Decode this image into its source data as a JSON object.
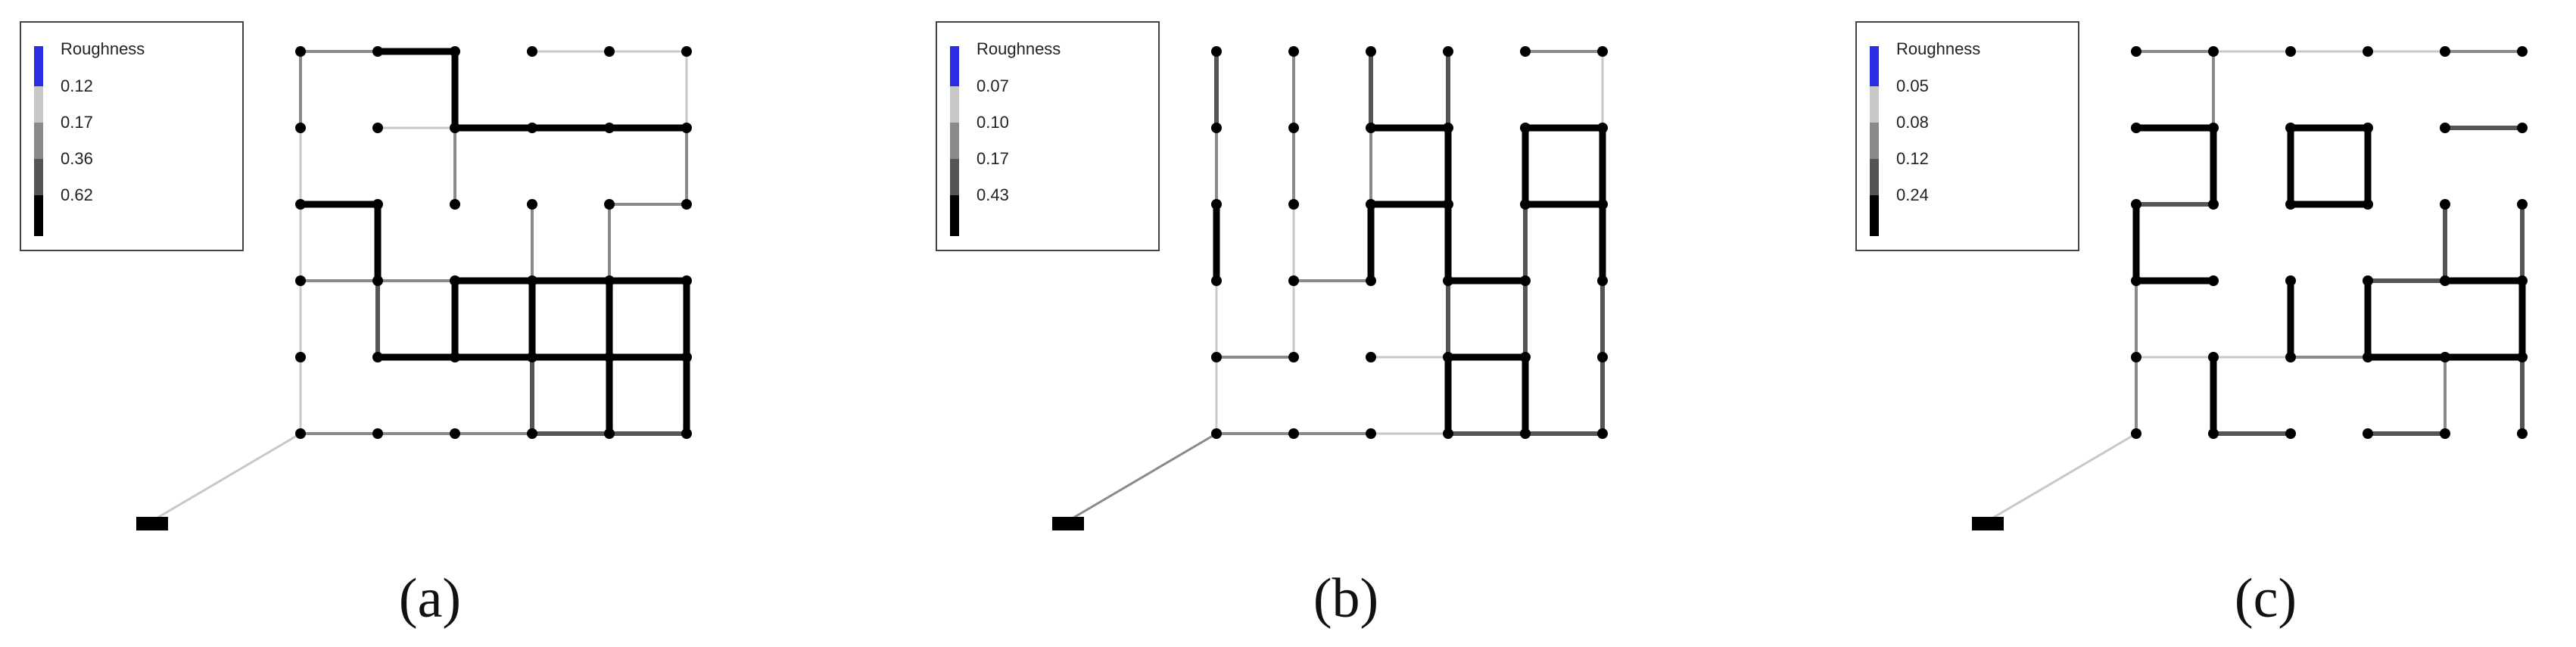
{
  "style": {
    "blue": "#2a2ee6",
    "light": "#c8c8c8",
    "mid": "#8a8a8a",
    "dark": "#555555",
    "black": "#000000"
  },
  "panels": [
    {
      "id": "a",
      "caption": "(a)",
      "legend": {
        "title": "Roughness",
        "values": [
          "0.12",
          "0.17",
          "0.36",
          "0.62"
        ]
      },
      "edges": [
        [
          0,
          0,
          1,
          0,
          2
        ],
        [
          1,
          0,
          2,
          0,
          4
        ],
        [
          2,
          0,
          2,
          1,
          4
        ],
        [
          3,
          0,
          4,
          0,
          1
        ],
        [
          4,
          0,
          5,
          0,
          1
        ],
        [
          5,
          0,
          5,
          1,
          1
        ],
        [
          0,
          0,
          0,
          1,
          2
        ],
        [
          1,
          1,
          2,
          1,
          1
        ],
        [
          2,
          1,
          3,
          1,
          4
        ],
        [
          3,
          1,
          4,
          1,
          4
        ],
        [
          4,
          1,
          5,
          1,
          4
        ],
        [
          5,
          1,
          5,
          2,
          2
        ],
        [
          0,
          1,
          0,
          2,
          1
        ],
        [
          0,
          2,
          1,
          2,
          4
        ],
        [
          1,
          2,
          1,
          3,
          4
        ],
        [
          4,
          2,
          5,
          2,
          2
        ],
        [
          2,
          1,
          2,
          2,
          2
        ],
        [
          3,
          2,
          3,
          3,
          2
        ],
        [
          4,
          2,
          4,
          3,
          2
        ],
        [
          0,
          2,
          0,
          3,
          1
        ],
        [
          0,
          3,
          1,
          3,
          2
        ],
        [
          1,
          3,
          2,
          3,
          2
        ],
        [
          2,
          3,
          3,
          3,
          4
        ],
        [
          3,
          3,
          4,
          3,
          4
        ],
        [
          4,
          3,
          5,
          3,
          4
        ],
        [
          1,
          3,
          1,
          4,
          3
        ],
        [
          2,
          3,
          2,
          4,
          4
        ],
        [
          3,
          3,
          3,
          4,
          4
        ],
        [
          4,
          3,
          4,
          4,
          4
        ],
        [
          5,
          3,
          5,
          4,
          4
        ],
        [
          0,
          3,
          0,
          4,
          1
        ],
        [
          1,
          4,
          2,
          4,
          4
        ],
        [
          2,
          4,
          3,
          4,
          4
        ],
        [
          3,
          4,
          4,
          4,
          4
        ],
        [
          4,
          4,
          5,
          4,
          4
        ],
        [
          0,
          4,
          0,
          5,
          1
        ],
        [
          3,
          4,
          3,
          5,
          3
        ],
        [
          4,
          4,
          4,
          5,
          4
        ],
        [
          5,
          4,
          5,
          5,
          4
        ],
        [
          0,
          5,
          1,
          5,
          2
        ],
        [
          1,
          5,
          2,
          5,
          2
        ],
        [
          2,
          5,
          3,
          5,
          2
        ],
        [
          3,
          5,
          4,
          5,
          3
        ],
        [
          4,
          5,
          5,
          5,
          3
        ]
      ],
      "source_link": 1
    },
    {
      "id": "b",
      "caption": "(b)",
      "legend": {
        "title": "Roughness",
        "values": [
          "0.07",
          "0.10",
          "0.17",
          "0.43"
        ]
      },
      "edges": [
        [
          0,
          0,
          0,
          1,
          3
        ],
        [
          1,
          0,
          1,
          1,
          2
        ],
        [
          2,
          0,
          2,
          1,
          3
        ],
        [
          3,
          0,
          3,
          1,
          3
        ],
        [
          4,
          0,
          5,
          0,
          2
        ],
        [
          5,
          0,
          5,
          1,
          1
        ],
        [
          0,
          1,
          0,
          2,
          2
        ],
        [
          1,
          1,
          1,
          2,
          2
        ],
        [
          2,
          1,
          2,
          2,
          2
        ],
        [
          3,
          1,
          3,
          2,
          4
        ],
        [
          2,
          1,
          3,
          1,
          4
        ],
        [
          4,
          1,
          5,
          1,
          4
        ],
        [
          4,
          1,
          4,
          2,
          4
        ],
        [
          5,
          1,
          5,
          2,
          4
        ],
        [
          0,
          2,
          0,
          3,
          4
        ],
        [
          1,
          2,
          1,
          3,
          1
        ],
        [
          2,
          2,
          2,
          3,
          4
        ],
        [
          3,
          2,
          3,
          3,
          4
        ],
        [
          2,
          2,
          3,
          2,
          4
        ],
        [
          4,
          2,
          5,
          2,
          4
        ],
        [
          4,
          2,
          4,
          3,
          3
        ],
        [
          5,
          2,
          5,
          3,
          4
        ],
        [
          0,
          3,
          0,
          4,
          1
        ],
        [
          1,
          3,
          1,
          4,
          1
        ],
        [
          1,
          3,
          2,
          3,
          2
        ],
        [
          3,
          3,
          4,
          3,
          4
        ],
        [
          4,
          3,
          4,
          4,
          3
        ],
        [
          5,
          3,
          5,
          4,
          3
        ],
        [
          3,
          3,
          3,
          4,
          3
        ],
        [
          0,
          4,
          1,
          4,
          2
        ],
        [
          0,
          4,
          0,
          5,
          1
        ],
        [
          2,
          4,
          3,
          4,
          1
        ],
        [
          3,
          4,
          4,
          4,
          4
        ],
        [
          3,
          4,
          3,
          5,
          4
        ],
        [
          4,
          4,
          4,
          5,
          4
        ],
        [
          5,
          4,
          5,
          5,
          3
        ],
        [
          0,
          5,
          1,
          5,
          2
        ],
        [
          1,
          5,
          2,
          5,
          2
        ],
        [
          2,
          5,
          3,
          5,
          1
        ],
        [
          3,
          5,
          4,
          5,
          3
        ],
        [
          4,
          5,
          5,
          5,
          3
        ]
      ],
      "source_link": 2
    },
    {
      "id": "c",
      "caption": "(c)",
      "legend": {
        "title": "Roughness",
        "values": [
          "0.05",
          "0.08",
          "0.12",
          "0.24"
        ]
      },
      "edges": [
        [
          0,
          0,
          1,
          0,
          2
        ],
        [
          1,
          0,
          2,
          0,
          1
        ],
        [
          2,
          0,
          3,
          0,
          1
        ],
        [
          3,
          0,
          4,
          0,
          1
        ],
        [
          4,
          0,
          5,
          0,
          2
        ],
        [
          1,
          0,
          1,
          1,
          2
        ],
        [
          0,
          1,
          1,
          1,
          4
        ],
        [
          2,
          1,
          3,
          1,
          4
        ],
        [
          4,
          1,
          5,
          1,
          3
        ],
        [
          1,
          1,
          1,
          2,
          4
        ],
        [
          2,
          1,
          2,
          2,
          4
        ],
        [
          3,
          1,
          3,
          2,
          4
        ],
        [
          0,
          2,
          1,
          2,
          3
        ],
        [
          2,
          2,
          3,
          2,
          4
        ],
        [
          0,
          2,
          0,
          3,
          4
        ],
        [
          4,
          2,
          4,
          3,
          3
        ],
        [
          5,
          2,
          5,
          3,
          3
        ],
        [
          0,
          3,
          1,
          3,
          4
        ],
        [
          2,
          3,
          2,
          4,
          4
        ],
        [
          3,
          3,
          4,
          3,
          3
        ],
        [
          4,
          3,
          5,
          3,
          4
        ],
        [
          3,
          3,
          3,
          4,
          4
        ],
        [
          5,
          3,
          5,
          4,
          4
        ],
        [
          0,
          3,
          0,
          4,
          2
        ],
        [
          0,
          4,
          1,
          4,
          1
        ],
        [
          1,
          4,
          2,
          4,
          1
        ],
        [
          2,
          4,
          3,
          4,
          2
        ],
        [
          3,
          4,
          4,
          4,
          4
        ],
        [
          4,
          4,
          5,
          4,
          4
        ],
        [
          0,
          4,
          0,
          5,
          2
        ],
        [
          1,
          4,
          1,
          5,
          4
        ],
        [
          4,
          4,
          4,
          5,
          2
        ],
        [
          5,
          4,
          5,
          5,
          3
        ],
        [
          1,
          5,
          2,
          5,
          3
        ],
        [
          3,
          5,
          4,
          5,
          3
        ]
      ],
      "source_link": 1
    }
  ]
}
